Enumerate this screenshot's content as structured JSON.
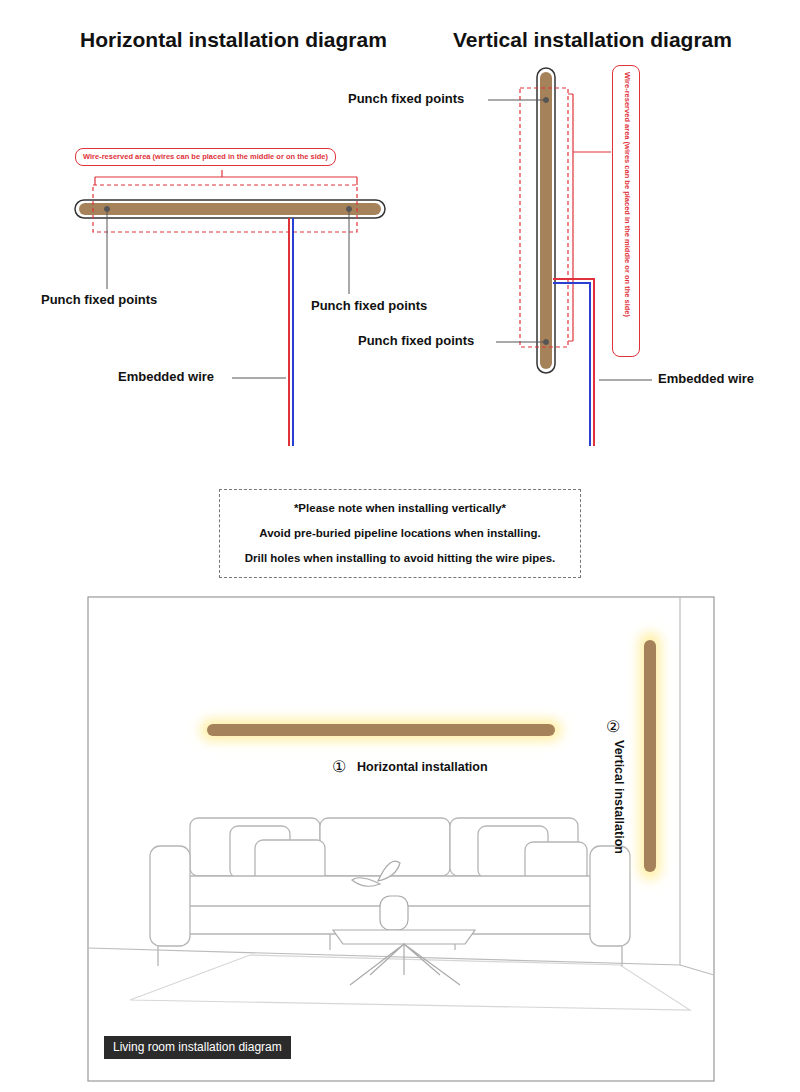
{
  "diagram": {
    "nodes": [
      {
        "text": [
          "Wire-reserved area (wires can be placed in the middle or on the side)"
        ]
      },
      {
        "text": [
          "Wire-reserved area (wires can be placed in the middle or on the side)"
        ]
      },
      {
        "text": [
          "*Please note when installing vertically*",
          "Avoid pre-buried pipeline locations when installing.",
          "Drill holes when installing to avoid hitting the wire pipes."
        ]
      },
      {
        "text": [
          "Living room installation diagram"
        ]
      }
    ],
    "labels": [
      "Horizontal installation diagram",
      "Vertical installation diagram",
      "Punch fixed points",
      "Punch fixed points",
      "Punch fixed points",
      "Punch fixed points",
      "Embedded wire",
      "Embedded wire",
      "①",
      "Horizontal installation",
      "②",
      "Vertical installation"
    ]
  }
}
